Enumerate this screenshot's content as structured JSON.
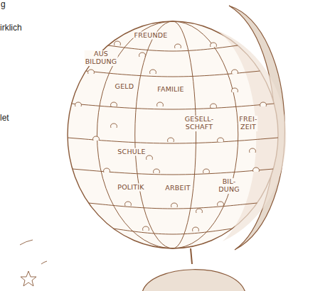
{
  "diagram": {
    "nodes": [
      {
        "text": [
          "AUS BILDUNG"
        ]
      },
      {
        "text": [
          "FREUNDE"
        ]
      },
      {
        "text": [
          "GELD"
        ]
      },
      {
        "text": [
          "FAMILIE"
        ]
      },
      {
        "text": [
          "GESELL- SCHAFT"
        ]
      },
      {
        "text": [
          "FREI- ZEIT"
        ]
      },
      {
        "text": [
          "SCHULE"
        ]
      },
      {
        "text": [
          "POLITIK"
        ]
      },
      {
        "text": [
          "ARBEIT"
        ]
      },
      {
        "text": [
          "BIL- DUNG"
        ]
      }
    ],
    "labels": [
      "g",
      "irklich",
      "let"
    ]
  }
}
